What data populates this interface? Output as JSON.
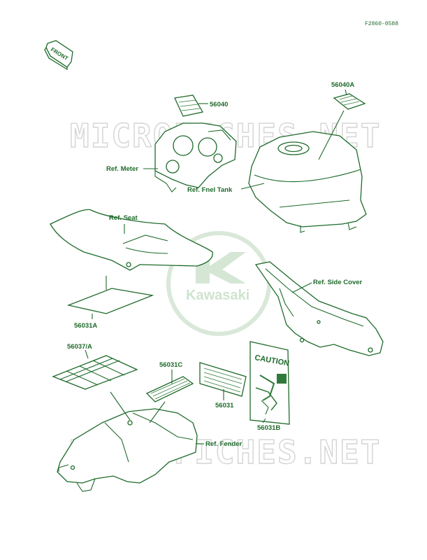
{
  "diagram_code": "F2860-0588",
  "front_label": "FRONT",
  "watermark_text": "MICROFICHES.NET",
  "logo_text": "Kawasaki",
  "caution_text": "CAUTION",
  "labels": {
    "p56040": "56040",
    "p56040A": "56040A",
    "ref_meter": "Ref. Meter",
    "ref_fuel_tank": "Ref. Fnel Tank",
    "ref_seat": "Ref. Seat",
    "p56031A": "56031A",
    "ref_side_cover": "Ref. Side Cover",
    "p56037A": "56037/A",
    "p56031C": "56031C",
    "p56031": "56031",
    "p56031B": "56031B",
    "ref_fender": "Ref. Fender"
  },
  "colors": {
    "ink": "#1e6a2a",
    "watermark": "#d4d4d4",
    "logo": "#cfe3cf"
  }
}
